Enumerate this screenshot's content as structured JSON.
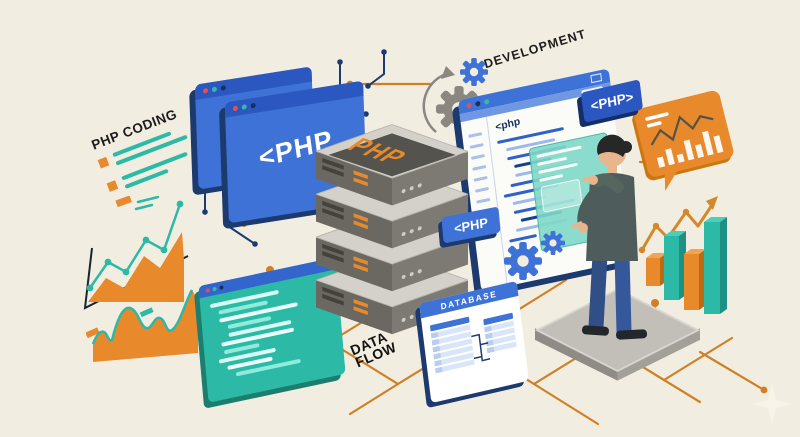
{
  "colors": {
    "bg": "#f2ede1",
    "blue": "#3e72d6",
    "blue_dark": "#2b57c0",
    "navy": "#1c3a6e",
    "teal": "#2cb9a6",
    "orange": "#e8892b",
    "orange_line": "#cf8026",
    "gray": "#8a8781",
    "black": "#1c1c1c",
    "white": "#ffffff"
  },
  "labels": {
    "php_coding": "PHP CODING",
    "development": "DEVELOPMENT",
    "data_flow_1": "DATA",
    "data_flow_2": "FLOW",
    "database": "DATABASE"
  },
  "badges": {
    "browser_window_text": "<PHP",
    "server_tag": "<PHP",
    "dev_tag": "<PHP>",
    "server_logo": "PHP"
  },
  "code_window": {
    "open_tag": "<php",
    "close_tag": "</?>"
  }
}
